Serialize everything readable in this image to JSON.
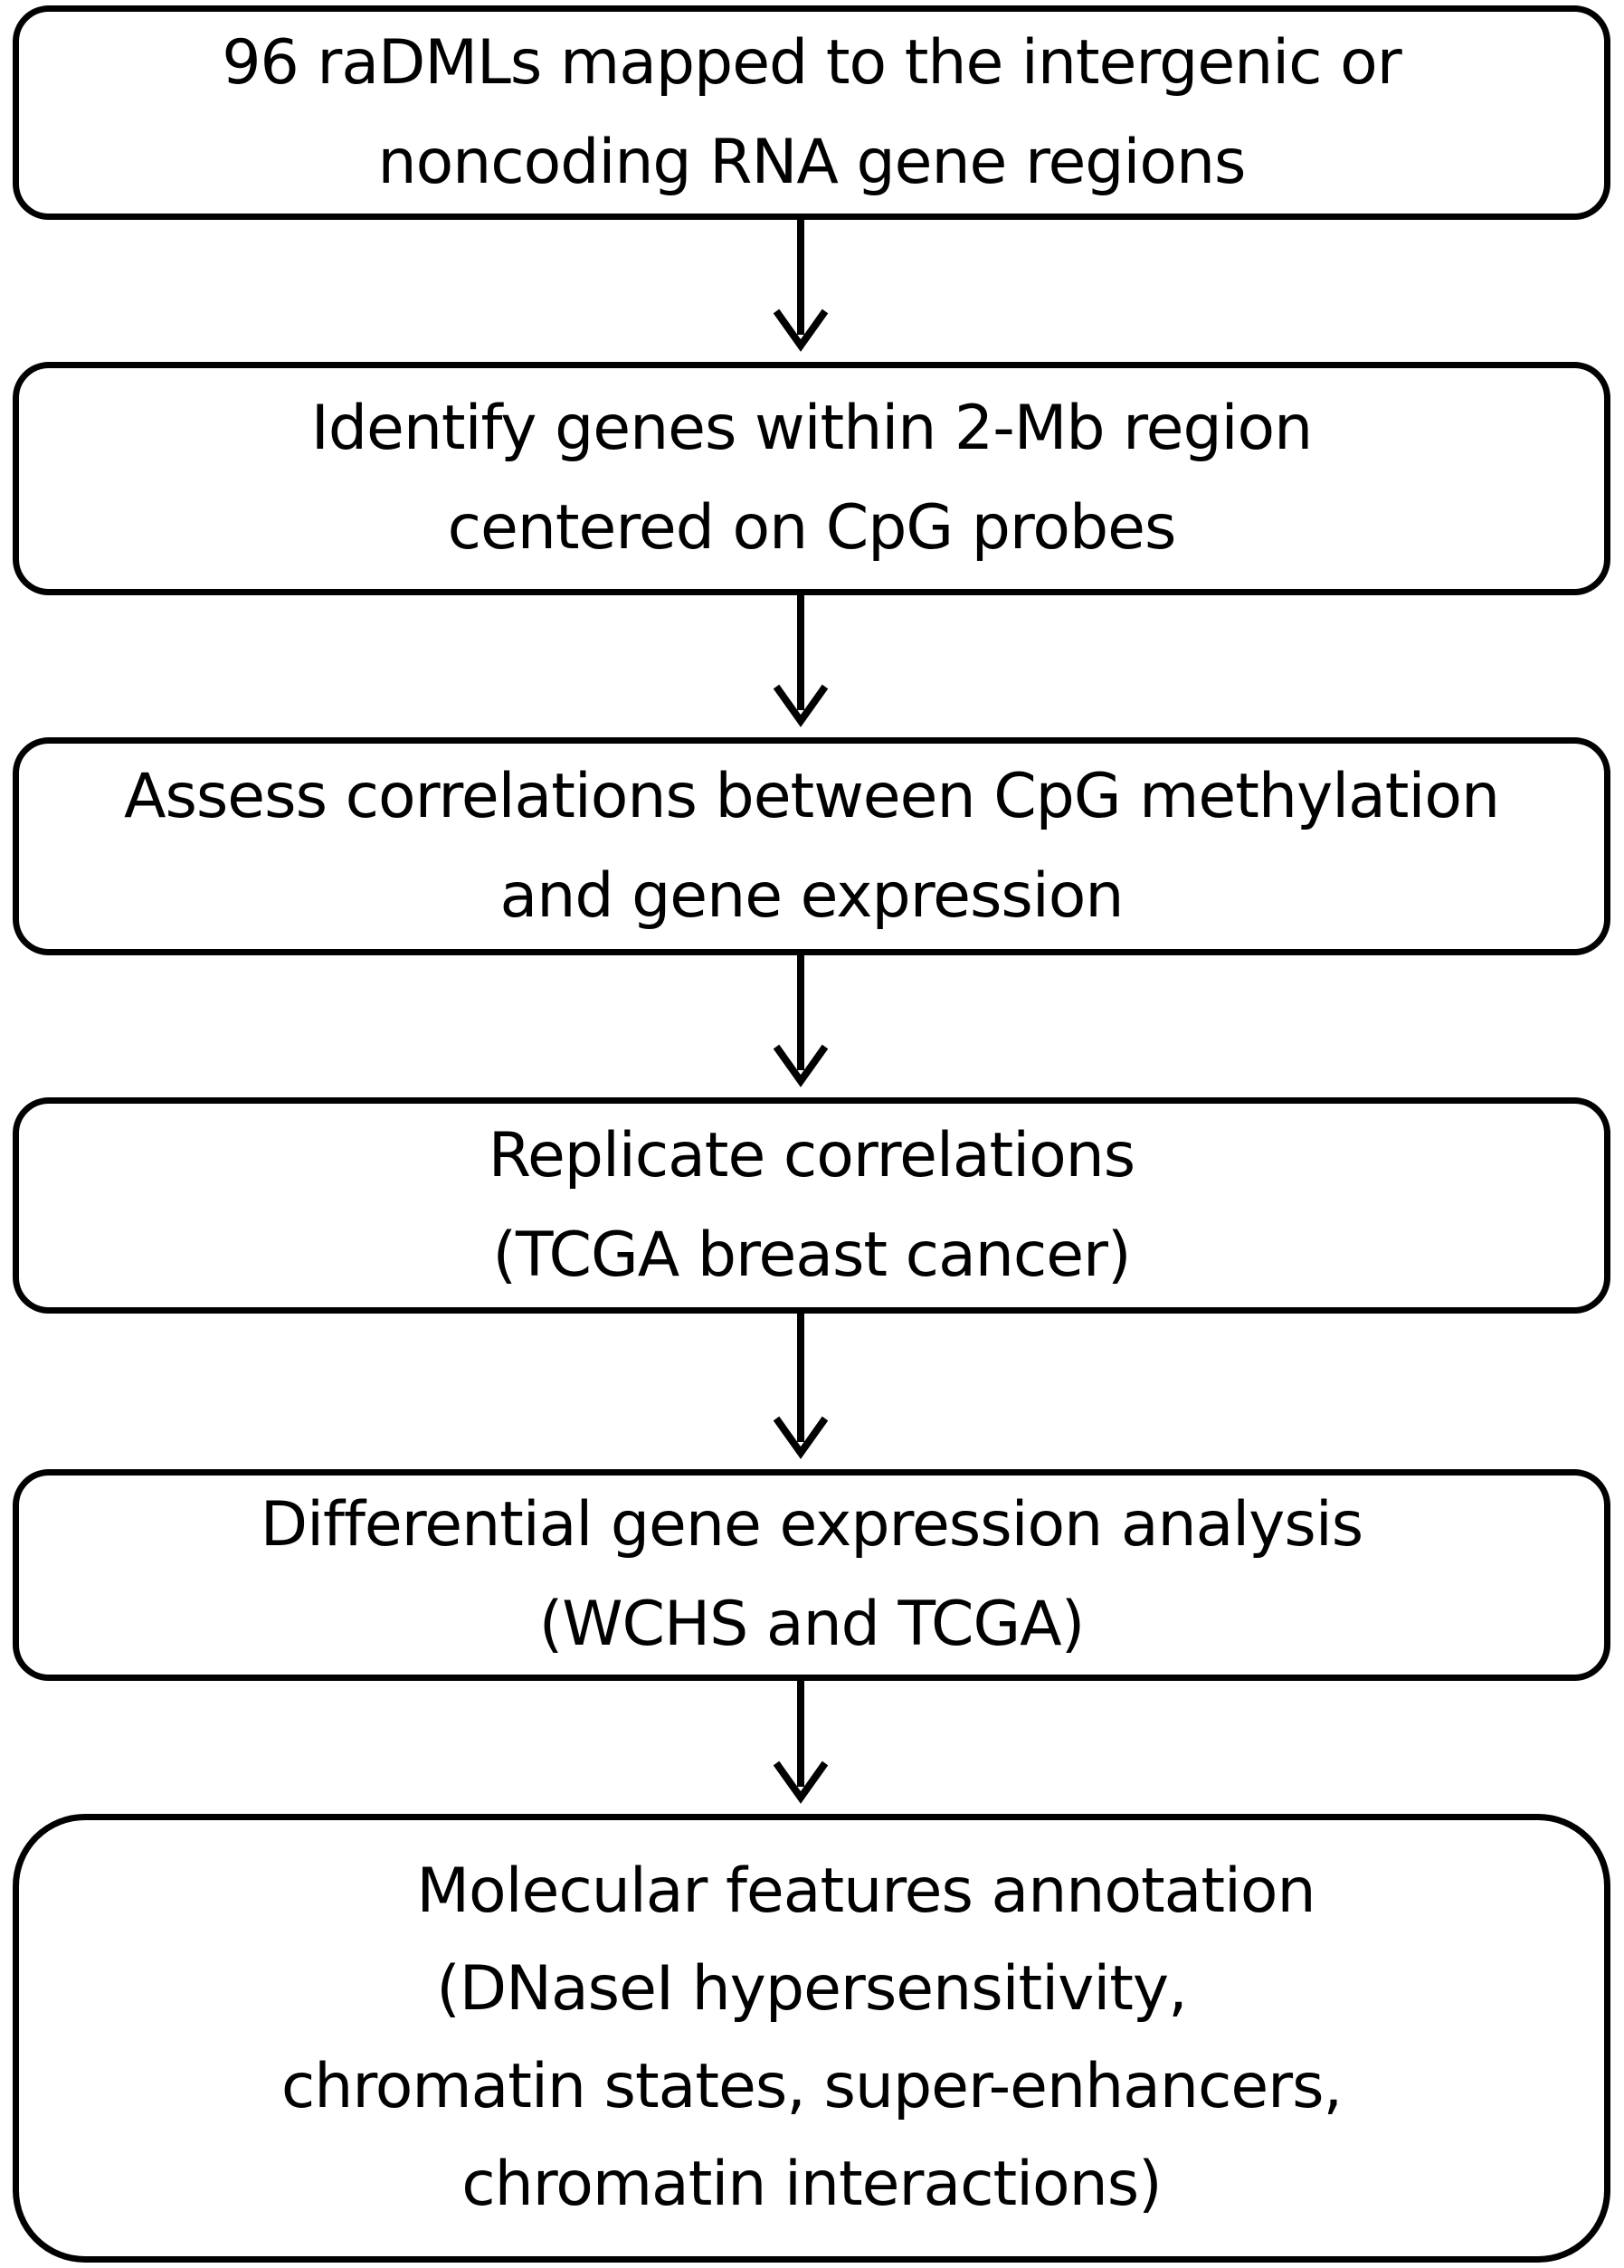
{
  "steps": [
    {
      "lines": [
        "96 raDMLs mapped to the intergenic or",
        "noncoding RNA gene regions"
      ]
    },
    {
      "lines": [
        "Identify genes within 2-Mb region",
        "centered on CpG probes"
      ]
    },
    {
      "lines": [
        "Assess correlations between CpG methylation",
        "and gene expression"
      ]
    },
    {
      "lines": [
        "Replicate correlations",
        "(TCGA breast cancer)"
      ]
    },
    {
      "lines": [
        "Differential gene expression analysis",
        "(WCHS and TCGA)"
      ]
    },
    {
      "lines": [
        "Molecular features annotation",
        "(DNaseI hypersensitivity,",
        "chromatin states, super-enhancers,",
        "chromatin interactions)"
      ]
    }
  ]
}
